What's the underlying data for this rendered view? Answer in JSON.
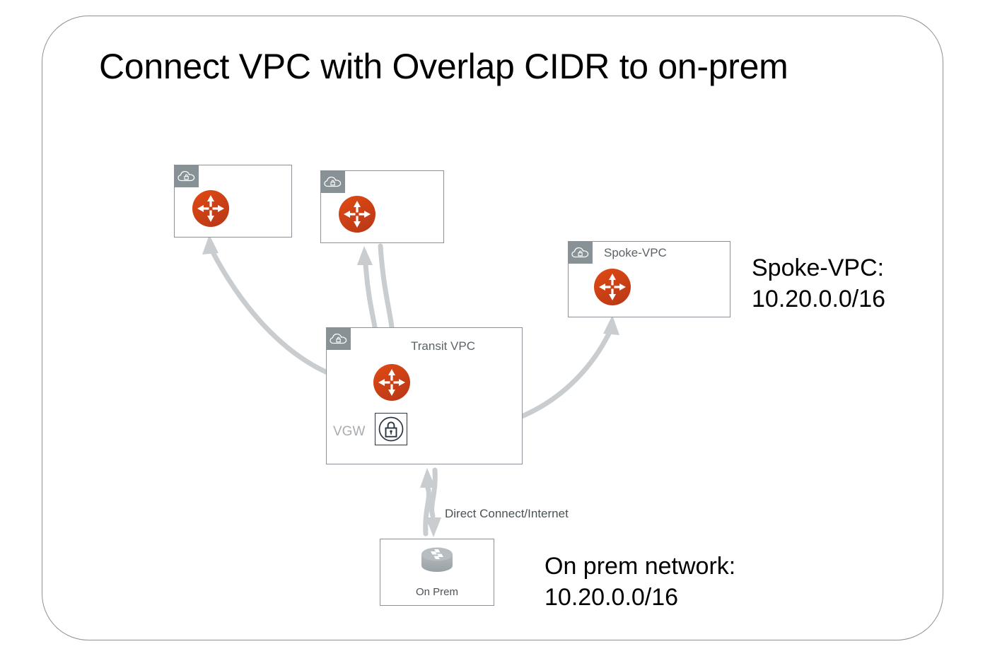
{
  "slide": {
    "title": "Connect VPC with Overlap CIDR to on-prem"
  },
  "colors": {
    "frame_border": "#8b9196",
    "box_border": "#8b9196",
    "vpc_header_gray": "#879196",
    "router_orange": "#d9400f",
    "router_orange_dark": "#c03a14",
    "arrow_gray": "#c9cdd0",
    "arrow_gray_dark": "#9aa0a4",
    "label_gray": "#4a5256",
    "vgw_label_gray": "#a7adb1",
    "lock_navy": "#2b3442",
    "onprem_router_gray": "#a6acb0",
    "title_black": "#000000"
  },
  "nodes": {
    "vpc1": {
      "name": "vpc-box-1",
      "label": "",
      "icon": "vpc-cloud-lock-icon",
      "router_icon": "router-icon"
    },
    "vpc2": {
      "name": "vpc-box-2",
      "label": "",
      "icon": "vpc-cloud-lock-icon",
      "router_icon": "router-icon"
    },
    "spoke_vpc": {
      "name": "spoke-vpc-box",
      "label": "Spoke-VPC",
      "icon": "vpc-cloud-lock-icon",
      "router_icon": "router-icon"
    },
    "transit_vpc": {
      "name": "transit-vpc-box",
      "label": "Transit VPC",
      "icon": "vpc-cloud-lock-icon",
      "router_icon": "router-icon",
      "vgw_label": "VGW",
      "vgw_icon": "vpn-gateway-lock-icon"
    },
    "on_prem": {
      "name": "on-prem-box",
      "label": "On Prem",
      "icon": "onprem-router-icon"
    }
  },
  "edges": {
    "transit_to_vpc1": {
      "label": "",
      "direction": "up"
    },
    "transit_to_vpc2_up": {
      "label": "",
      "direction": "up"
    },
    "transit_to_vpc2_down": {
      "label": "",
      "direction": "down"
    },
    "vgw_to_spoke": {
      "label": "",
      "direction": "bidirectional"
    },
    "router_to_vgw": {
      "label": "",
      "direction": "down"
    },
    "transit_to_onprem": {
      "label": "Direct Connect/Internet",
      "direction": "bidirectional"
    }
  },
  "annotations": {
    "spoke": {
      "line1": "Spoke-VPC:",
      "line2": "10.20.0.0/16"
    },
    "onprem": {
      "line1": "On prem network:",
      "line2": "10.20.0.0/16"
    }
  }
}
